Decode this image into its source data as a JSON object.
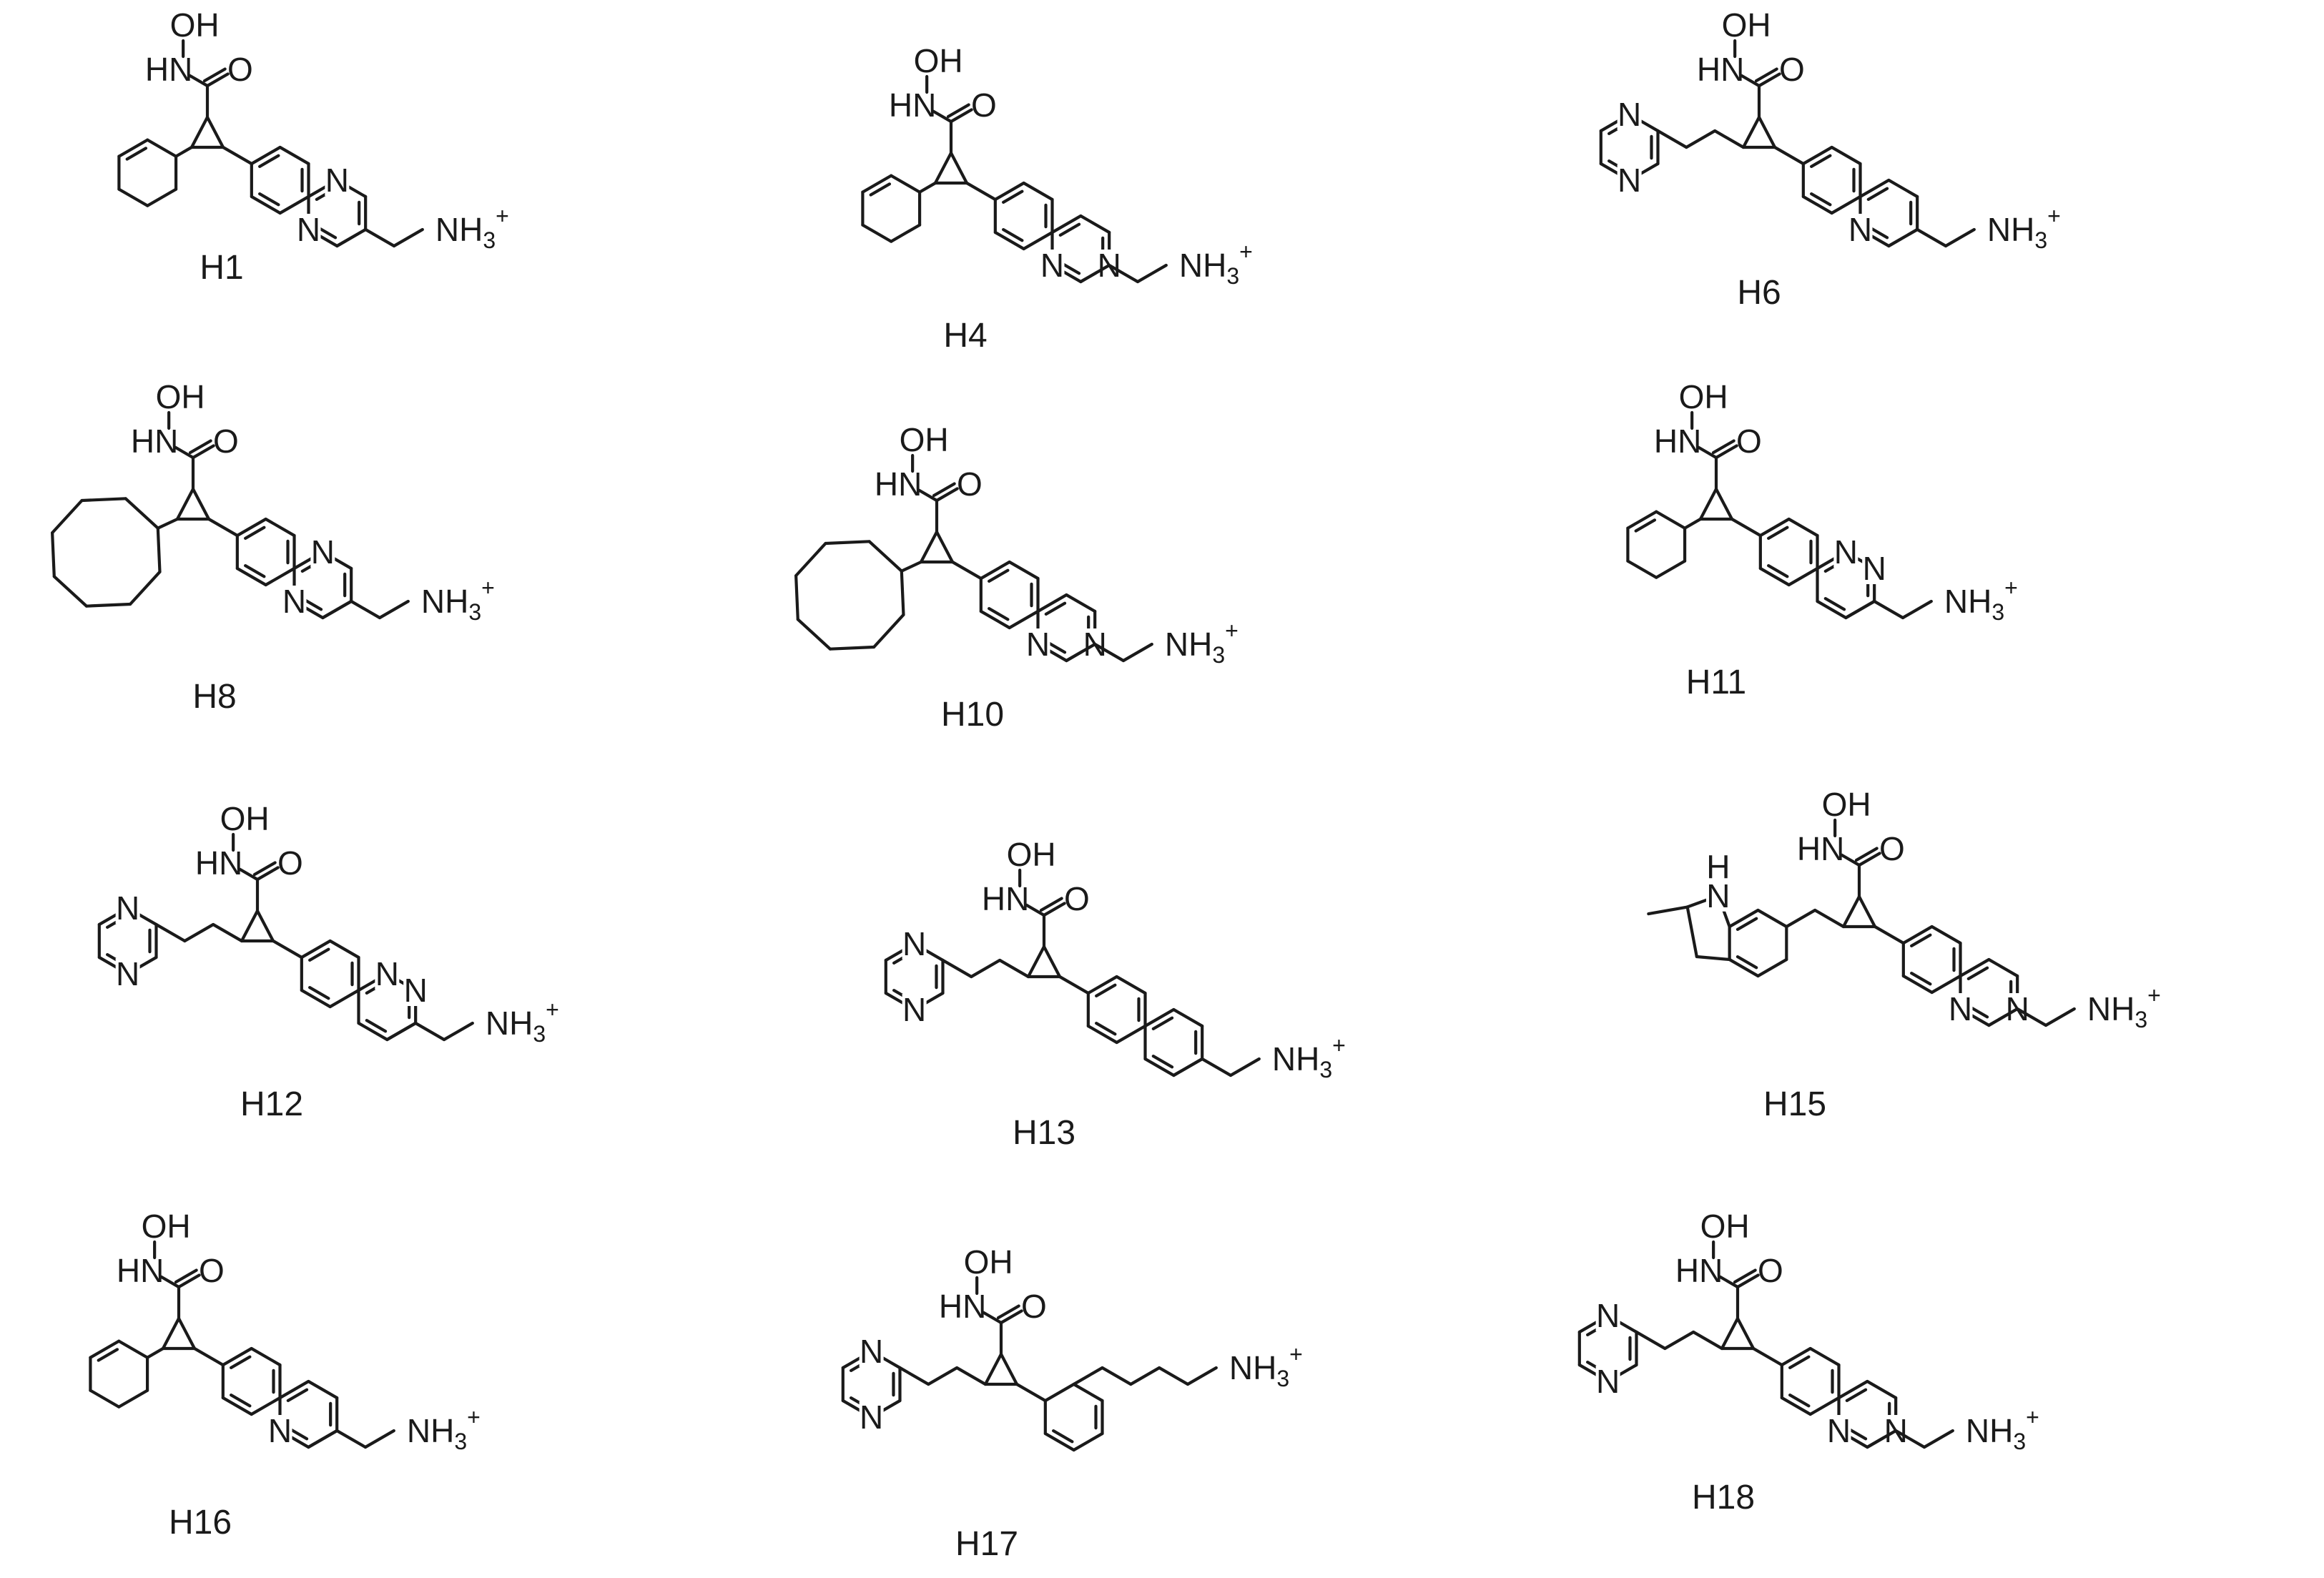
{
  "figure": {
    "compounds": [
      {
        "id": "H1",
        "label": "H1"
      },
      {
        "id": "H4",
        "label": "H4"
      },
      {
        "id": "H6",
        "label": "H6"
      },
      {
        "id": "H8",
        "label": "H8"
      },
      {
        "id": "H10",
        "label": "H10"
      },
      {
        "id": "H11",
        "label": "H11"
      },
      {
        "id": "H12",
        "label": "H12"
      },
      {
        "id": "H13",
        "label": "H13"
      },
      {
        "id": "H15",
        "label": "H15"
      },
      {
        "id": "H16",
        "label": "H16"
      },
      {
        "id": "H17",
        "label": "H17"
      },
      {
        "id": "H18",
        "label": "H18"
      }
    ],
    "atoms": {
      "hydroxyl": "OH",
      "amide_nh": "HN",
      "carbonyl_o": "O",
      "ring_n": "N",
      "indole_nh": "H",
      "ammonium": "NH",
      "ammonium_sub": "3",
      "ammonium_charge": "+"
    }
  }
}
